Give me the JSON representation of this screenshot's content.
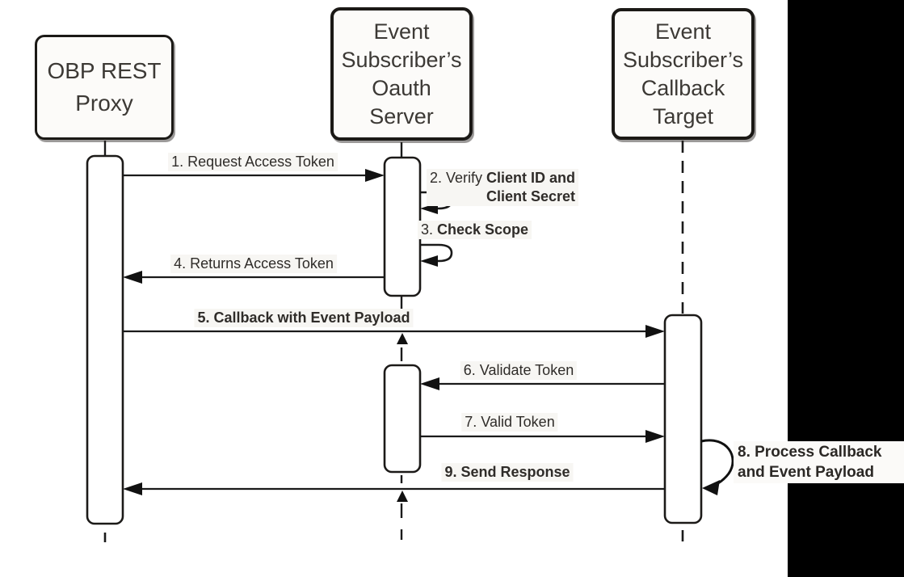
{
  "diagram": {
    "actors": [
      {
        "id": "obp-rest-proxy",
        "lines": [
          "OBP REST",
          "Proxy"
        ]
      },
      {
        "id": "oauth-server",
        "lines": [
          "Event",
          "Subscriber’s",
          "Oauth",
          "Server"
        ]
      },
      {
        "id": "callback-target",
        "lines": [
          "Event",
          "Subscriber’s",
          "Callback",
          "Target"
        ]
      }
    ],
    "messages": {
      "m1": {
        "label": "1. Request Access Token"
      },
      "m2": {
        "prefix": "2. Verify ",
        "bold": "Client ID and",
        "line2": "Client Secret"
      },
      "m3": {
        "prefix": "3. ",
        "bold": "Check Scope"
      },
      "m4": {
        "label": "4. Returns Access Token"
      },
      "m5": {
        "label": "5. Callback with Event Payload"
      },
      "m6": {
        "label": "6. Validate Token"
      },
      "m7": {
        "label": "7. Valid Token"
      },
      "m8": {
        "line1": "8. Process Callback",
        "line2": "and Event Payload"
      },
      "m9": {
        "label": "9. Send Response"
      }
    },
    "colors": {
      "line": "#1a1a1a",
      "box_fill": "#fcfbf9",
      "text": "#3c3935",
      "black_bar": "#000000"
    }
  }
}
